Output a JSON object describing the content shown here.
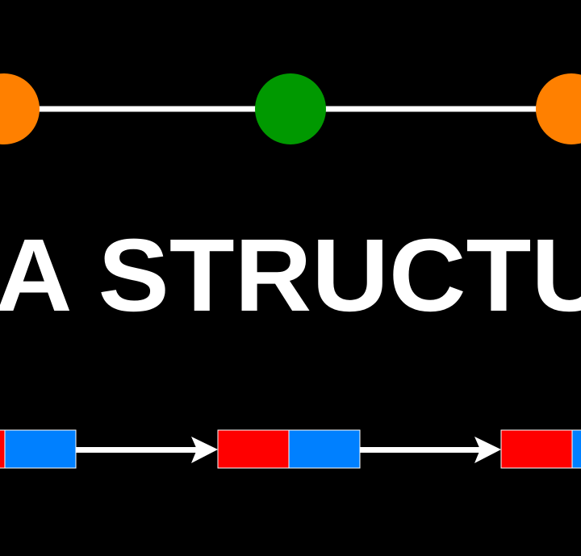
{
  "title": "A STRUCTU",
  "colors": {
    "background": "#000000",
    "node_orange": "#FF8000",
    "node_green": "#009900",
    "list_data": "#FF0000",
    "list_pointer": "#0080FF",
    "line": "#FFFFFF"
  },
  "graph": {
    "nodes": [
      "orange",
      "green",
      "orange"
    ]
  },
  "linked_list": {
    "node_count": 3
  }
}
